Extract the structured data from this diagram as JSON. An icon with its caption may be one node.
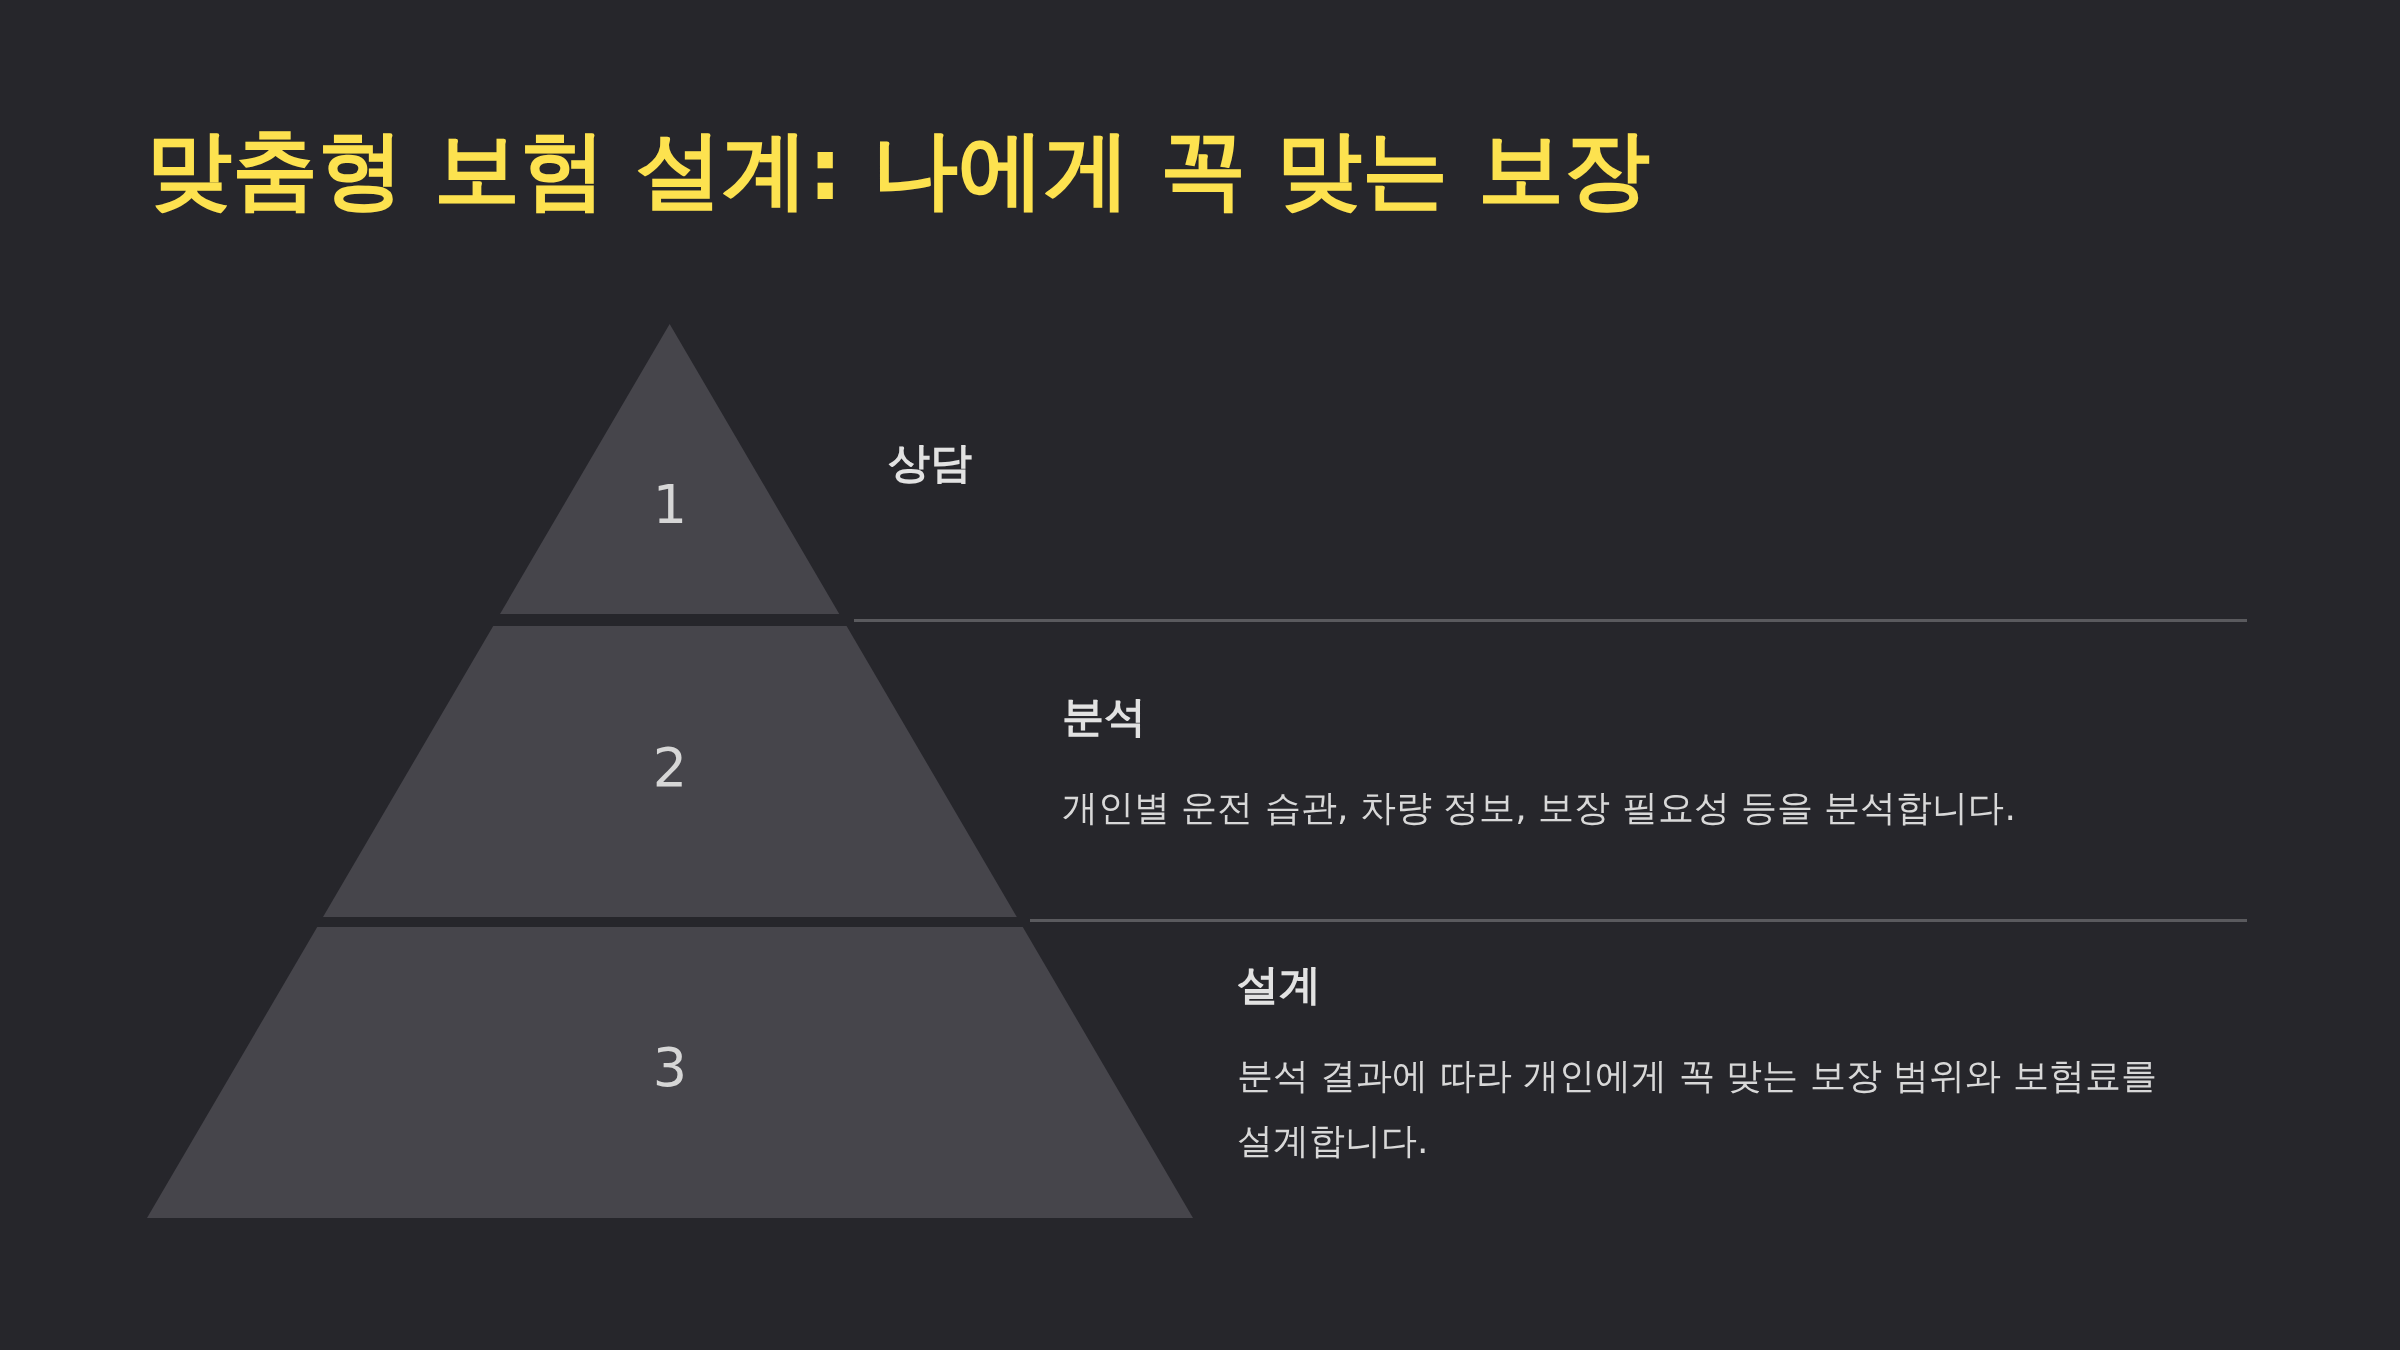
{
  "diagram": {
    "title": "맞춤형 보험 설계: 나에게 꼭 맞는 보장",
    "nodes": [
      {
        "text": [
          "1"
        ],
        "beside": [
          "상담"
        ]
      },
      {
        "text": [
          "2"
        ],
        "beside": [
          "분석",
          "개인별 운전 습관, 차량 정보, 보장 필요성 등을 분석합니다."
        ]
      },
      {
        "text": [
          "3"
        ],
        "beside": [
          "설계",
          "분석 결과에 따라 개인에게 꼭 맞는 보장 범위와 보험료를 설계합니다."
        ]
      }
    ]
  }
}
